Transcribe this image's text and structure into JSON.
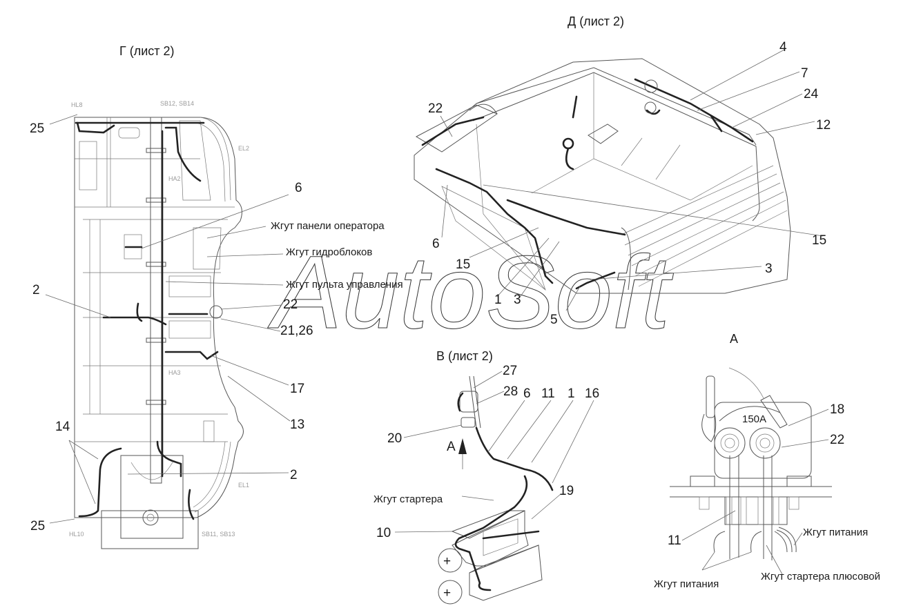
{
  "views": {
    "G": {
      "title": "Г (лист 2)",
      "small_labels": [
        "HL8",
        "SB12, SB14",
        "EL2",
        "HA2",
        "HA3",
        "EL1",
        "HL10",
        "SB11, SB13"
      ],
      "callouts": [
        "25",
        "6",
        "2",
        "22",
        "21,26",
        "17",
        "13",
        "14",
        "2",
        "25"
      ],
      "harness_labels": [
        "Жгут панели оператора",
        "Жгут гидроблоков",
        "Жгут пульта управления"
      ]
    },
    "D": {
      "title": "Д (лист 2)",
      "callouts": [
        "4",
        "7",
        "24",
        "12",
        "22",
        "6",
        "15",
        "15",
        "1",
        "3",
        "5",
        "3"
      ]
    },
    "V": {
      "title": "В (лист 2)",
      "callouts": [
        "27",
        "28",
        "6",
        "11",
        "1",
        "16",
        "20",
        "19",
        "10"
      ],
      "view_marker": "А",
      "harness_label": "Жгут стартера",
      "plus_signs": [
        "+",
        "+"
      ]
    },
    "A": {
      "title": "А",
      "fuse_rating": "150А",
      "callouts": [
        "18",
        "22",
        "11"
      ],
      "harness_labels": [
        "Жгут питания",
        "Жгут питания",
        "Жгут стартера плюсовой"
      ]
    }
  },
  "watermark": "AutoSoft"
}
